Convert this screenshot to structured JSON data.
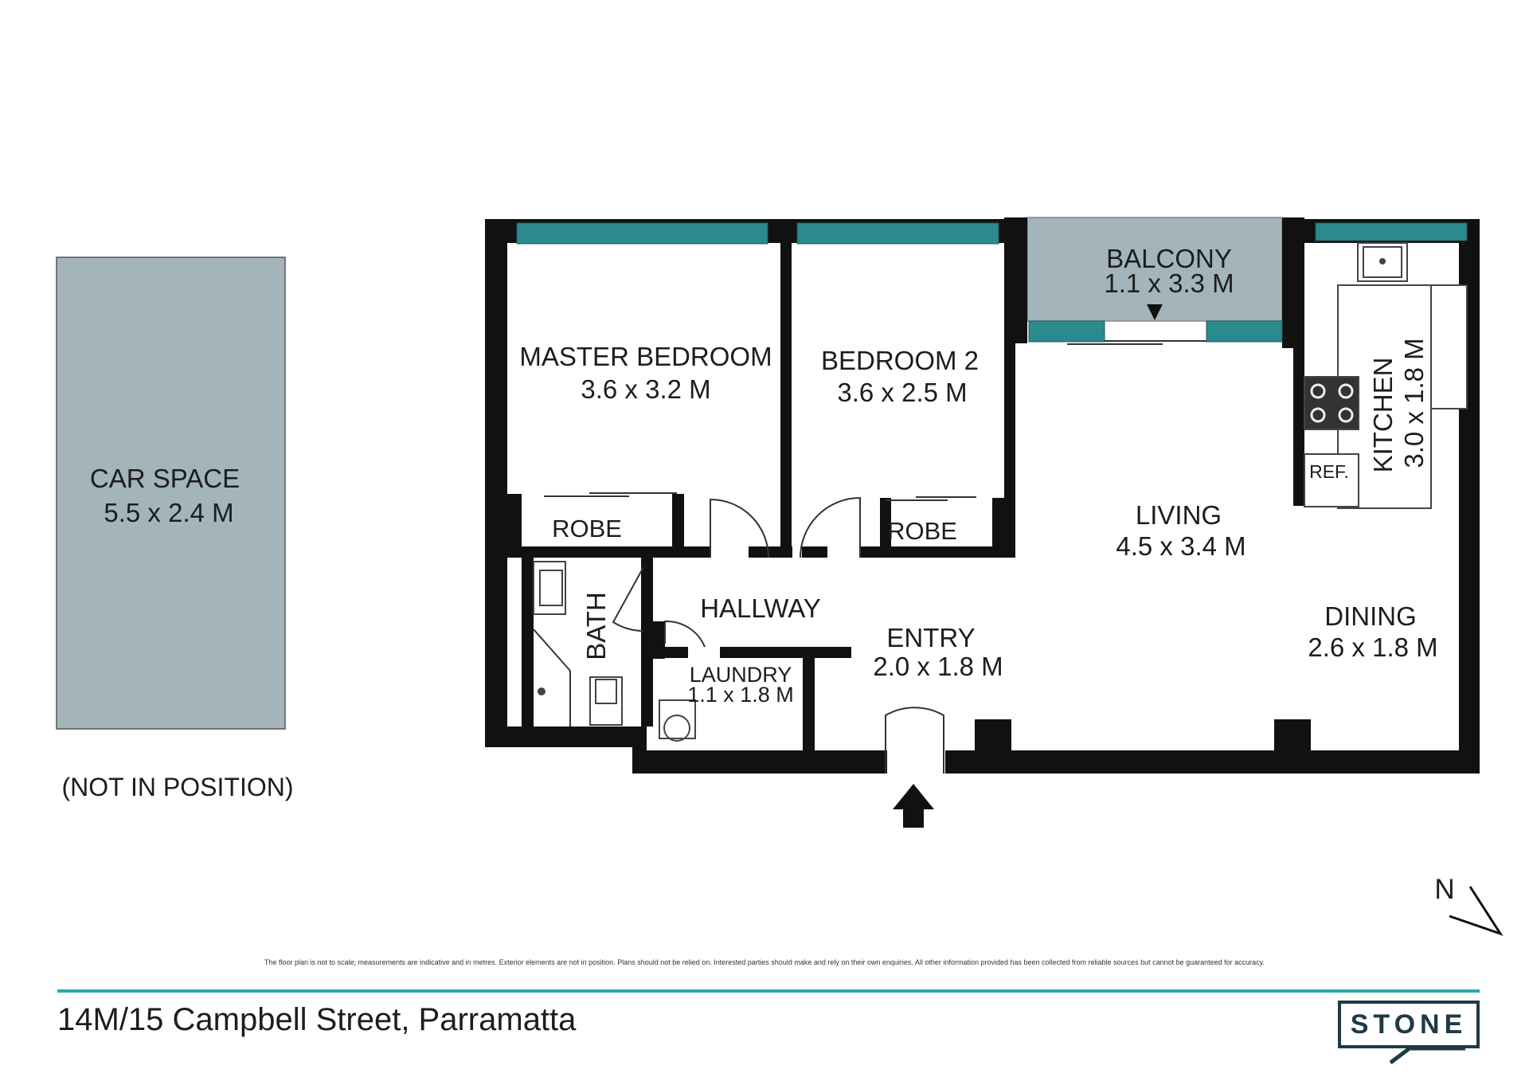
{
  "rooms": {
    "car_space": {
      "name": "CAR SPACE",
      "size": "5.5 x 2.4 M",
      "note": "(NOT IN POSITION)"
    },
    "master_bedroom": {
      "name": "MASTER BEDROOM",
      "size": "3.6 x 3.2 M"
    },
    "bedroom2": {
      "name": "BEDROOM 2",
      "size": "3.6 x 2.5 M"
    },
    "balcony": {
      "name": "BALCONY",
      "size": "1.1 x 3.3 M"
    },
    "kitchen": {
      "name": "KITCHEN",
      "size": "3.0 x 1.8 M"
    },
    "ref": "REF.",
    "robe1": "ROBE",
    "robe2": "ROBE",
    "living": {
      "name": "LIVING",
      "size": "4.5 x 3.4 M"
    },
    "dining": {
      "name": "DINING",
      "size": "2.6 x 1.8 M"
    },
    "hallway": "HALLWAY",
    "bath": "BATH",
    "laundry": {
      "name": "LAUNDRY",
      "size": "1.1 x 1.8 M"
    },
    "entry": {
      "name": "ENTRY",
      "size": "2.0 x 1.8 M"
    }
  },
  "compass": "N",
  "disclaimer": "The floor plan is not to scale; measurements are indicative and in metres. Exterior elements are not in position. Plans should not be relied on. Interested parties should make and rely on their own enquiries. All other information provided has been collected from reliable sources but cannot be guaranteed for accuracy.",
  "address": "14M/15 Campbell Street, Parramatta",
  "brand": "STONE",
  "colors": {
    "wall": "#111111",
    "window": "#2b8a8e",
    "car_space": "#a3b5bb",
    "balcony": "#a3b5bb",
    "accent_rule": "#2aa9ad",
    "logo": "#1f3a45"
  }
}
